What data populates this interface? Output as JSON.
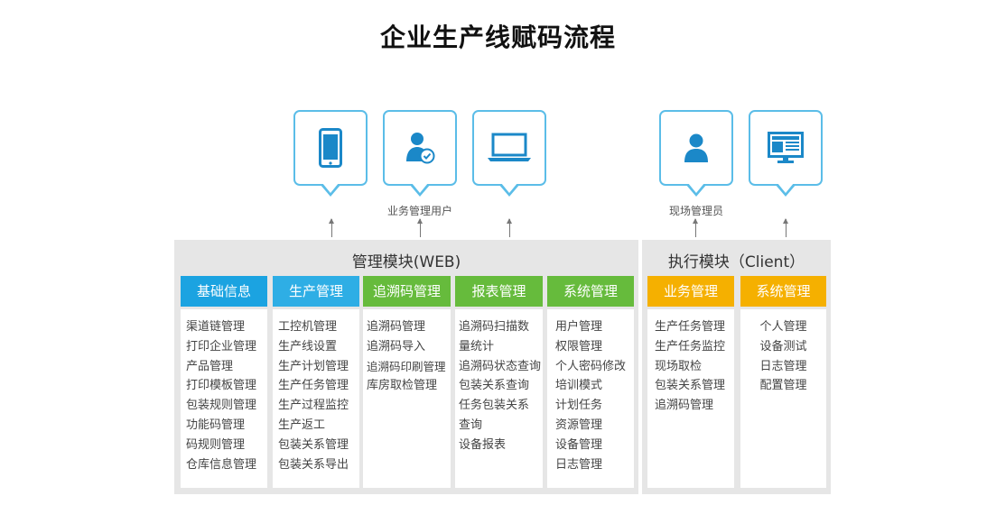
{
  "title": "企业生产线赋码流程",
  "devices": [
    {
      "icon": "smartphone-icon"
    },
    {
      "icon": "user-check-icon"
    },
    {
      "icon": "laptop-icon"
    },
    {
      "icon": "user-icon"
    },
    {
      "icon": "news-monitor-icon"
    }
  ],
  "captions": {
    "business_user": "业务管理用户",
    "site_admin": "现场管理员"
  },
  "management_panel": {
    "title": "管理模块(WEB)",
    "columns": [
      {
        "header": "基础信息",
        "color": "#1ba3e1",
        "items": [
          "渠道链管理",
          "打印企业管理",
          "产品管理",
          "打印模板管理",
          "包装规则管理",
          "功能码管理",
          "码规则管理",
          "仓库信息管理"
        ]
      },
      {
        "header": "生产管理",
        "color": "#2eaee5",
        "items": [
          "工控机管理",
          "生产线设置",
          "生产计划管理",
          "生产任务管理",
          "生产过程监控",
          "生产返工",
          "包装关系管理",
          "包装关系导出"
        ]
      },
      {
        "header": "追溯码管理",
        "color": "#66bb3c",
        "items": [
          "追溯码管理",
          "追溯码导入",
          "追溯码印刷管理",
          "库房取检管理"
        ]
      },
      {
        "header": "报表管理",
        "color": "#66bb3c",
        "items": [
          "追溯码扫描数量统计",
          "追溯码状态查询",
          "包装关系查询",
          "任务包装关系查询",
          "设备报表"
        ]
      },
      {
        "header": "系统管理",
        "color": "#66bb3c",
        "items": [
          "用户管理",
          "权限管理",
          "个人密码修改",
          "培训模式",
          "计划任务",
          "资源管理",
          "设备管理",
          "日志管理"
        ]
      }
    ]
  },
  "execution_panel": {
    "title": "执行模块（Client）",
    "columns": [
      {
        "header": "业务管理",
        "color": "#f5b000",
        "items": [
          "生产任务管理",
          "生产任务监控",
          "现场取检",
          "包装关系管理",
          "追溯码管理"
        ]
      },
      {
        "header": "系统管理",
        "color": "#f5b000",
        "items": [
          "个人管理",
          "设备测试",
          "日志管理",
          "配置管理"
        ]
      }
    ]
  }
}
